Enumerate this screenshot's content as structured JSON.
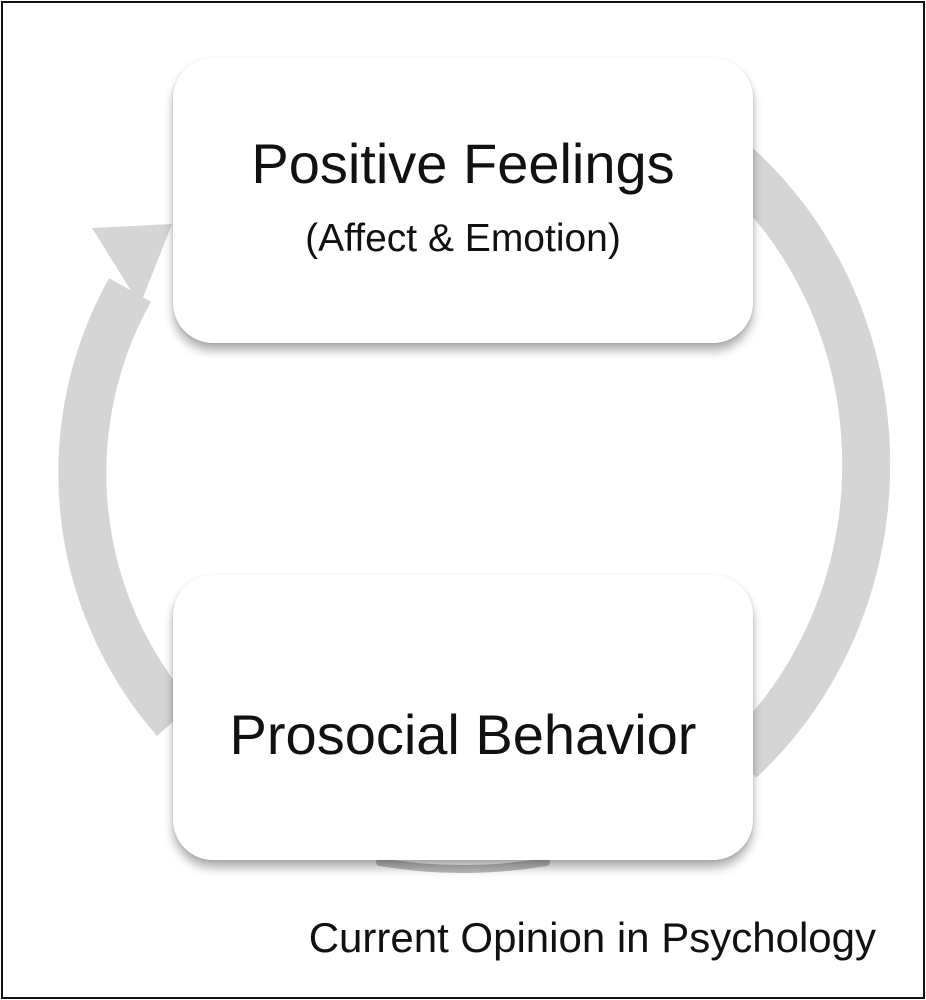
{
  "diagram": {
    "nodes": [
      {
        "id": "positive-feelings",
        "title": "Positive Feelings",
        "subtitle": "(Affect & Emotion)"
      },
      {
        "id": "prosocial-behavior",
        "title": "Prosocial Behavior"
      }
    ],
    "edges": [
      {
        "from": "positive-feelings",
        "to": "prosocial-behavior",
        "style": "curved-band-right"
      },
      {
        "from": "prosocial-behavior",
        "to": "positive-feelings",
        "style": "curved-arrow-left"
      }
    ],
    "colors": {
      "cycle_arrow": "#d5d5d5",
      "box_fill": "#ffffff",
      "text": "#111111",
      "border": "#111111"
    }
  },
  "source_label": "Current Opinion in Psychology"
}
